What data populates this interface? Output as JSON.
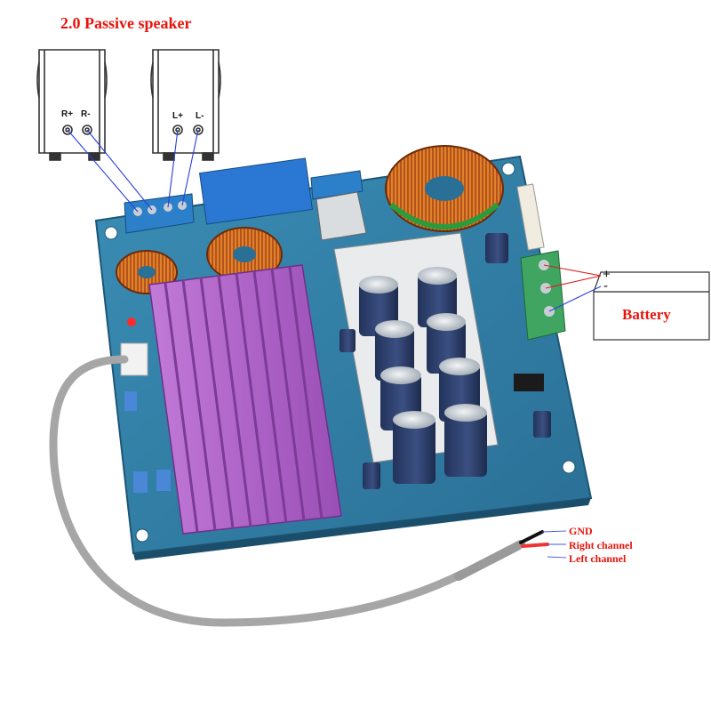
{
  "diagram": {
    "title": "2.0 Passive speaker",
    "speaker_terminals": [
      "R+",
      "R-",
      "L+",
      "L-"
    ],
    "battery": {
      "label": "Battery",
      "plus": "+",
      "minus": "-"
    },
    "input_wires": [
      "GND",
      "Right channel",
      "Left channel"
    ]
  },
  "colors": {
    "annotation_red": "#e8140c",
    "pcb_blue": "#2f7fa6",
    "heatsink_purple": "#b063c9",
    "wire_blue": "#2a3fd8",
    "wire_red": "#e11c1c"
  }
}
